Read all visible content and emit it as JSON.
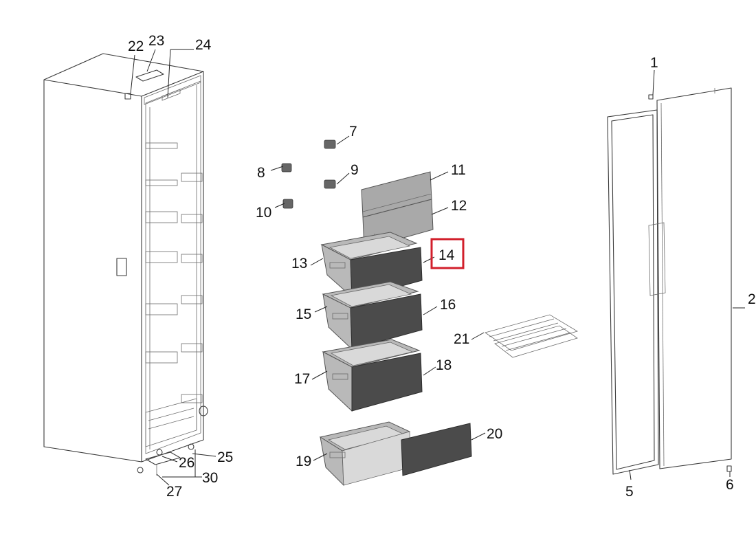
{
  "labels": [
    {
      "id": "1",
      "text": "1"
    },
    {
      "id": "2",
      "text": "2"
    },
    {
      "id": "5",
      "text": "5"
    },
    {
      "id": "6",
      "text": "6"
    },
    {
      "id": "7",
      "text": "7"
    },
    {
      "id": "8",
      "text": "8"
    },
    {
      "id": "9",
      "text": "9"
    },
    {
      "id": "10",
      "text": "10"
    },
    {
      "id": "11",
      "text": "11"
    },
    {
      "id": "12",
      "text": "12"
    },
    {
      "id": "13",
      "text": "13"
    },
    {
      "id": "14",
      "text": "14"
    },
    {
      "id": "15",
      "text": "15"
    },
    {
      "id": "16",
      "text": "16"
    },
    {
      "id": "17",
      "text": "17"
    },
    {
      "id": "18",
      "text": "18"
    },
    {
      "id": "19",
      "text": "19"
    },
    {
      "id": "20",
      "text": "20"
    },
    {
      "id": "21",
      "text": "21"
    },
    {
      "id": "22",
      "text": "22"
    },
    {
      "id": "23",
      "text": "23"
    },
    {
      "id": "24",
      "text": "24"
    },
    {
      "id": "25",
      "text": "25"
    },
    {
      "id": "26",
      "text": "26"
    },
    {
      "id": "27",
      "text": "27"
    },
    {
      "id": "30",
      "text": "30"
    }
  ],
  "highlighted_part": "14",
  "colors": {
    "highlight": "#d21f2b",
    "drawer_front": "#4b4b4b",
    "drawer_body": "#b9b9b9"
  }
}
